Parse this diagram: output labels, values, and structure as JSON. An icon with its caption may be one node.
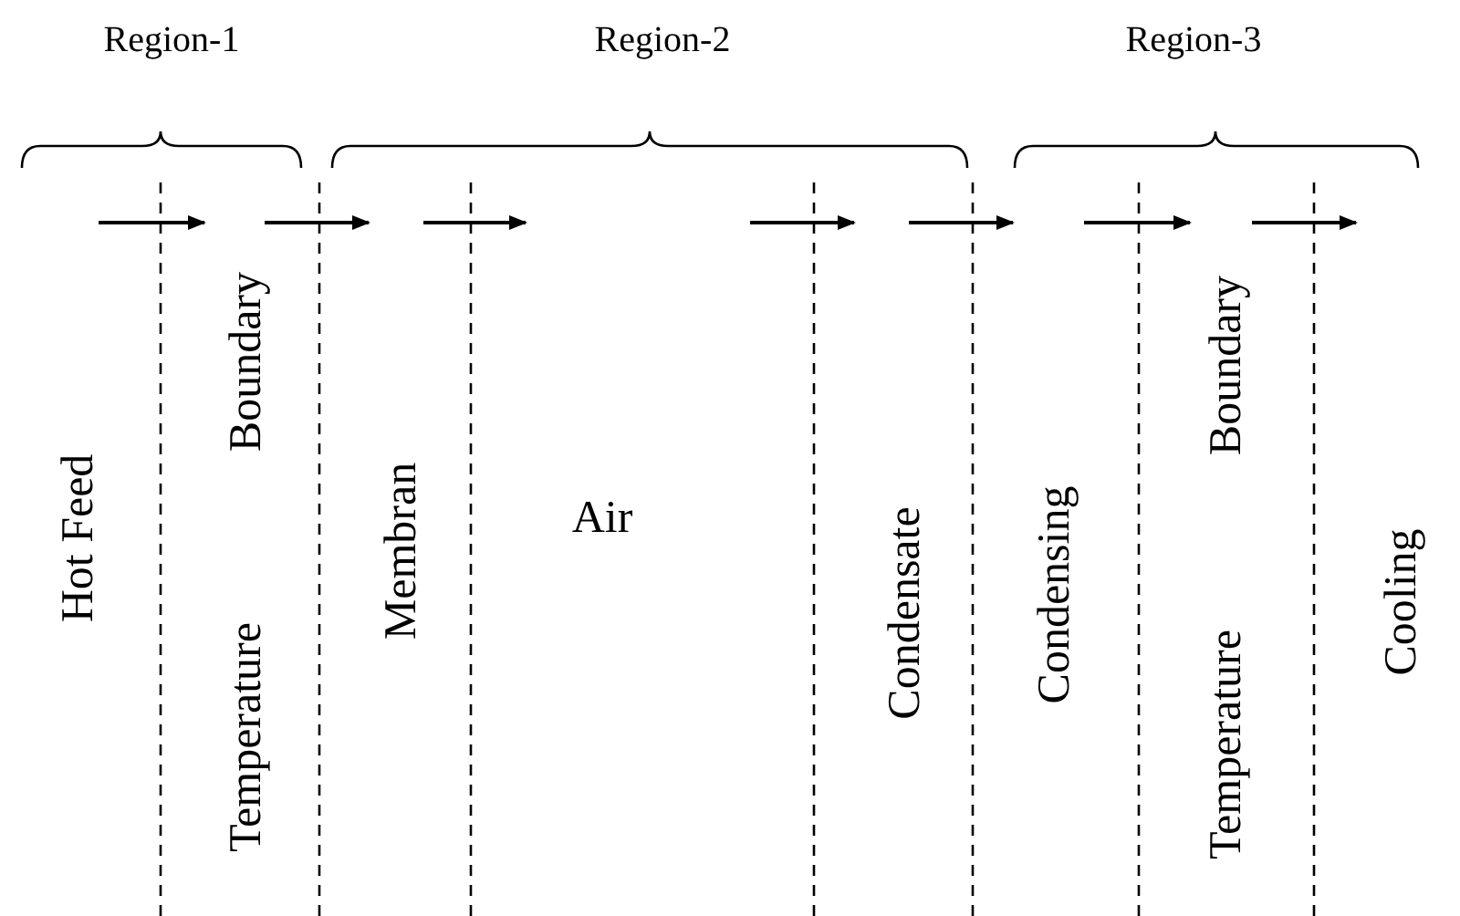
{
  "diagram": {
    "labels": [
      "Region-1",
      "Region-2",
      "Region-3",
      "Hot Feed",
      "Temperature Boundary",
      "Membran",
      "Air",
      "Condensate",
      "Condensing",
      "Temperature Boundary",
      "Cooling"
    ]
  }
}
